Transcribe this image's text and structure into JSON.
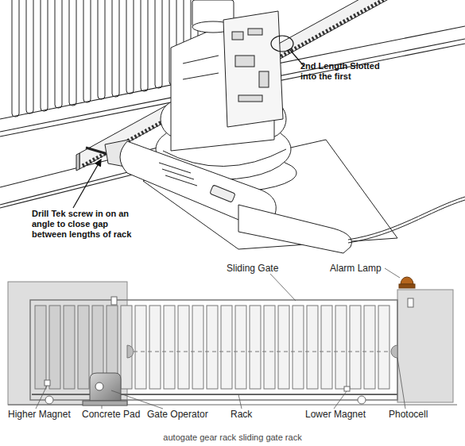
{
  "diagram": {
    "caption": "autogate gear rack sliding gate rack",
    "labels": [
      "2nd Length Slotted into the first",
      "Drill Tek screw in on an angle to close gap between lengths of rack",
      "Sliding Gate",
      "Alarm Lamp",
      "Higher Magnet",
      "Concrete Pad",
      "Gate Operator",
      "Rack",
      "Lower Magnet",
      "Photocell"
    ]
  }
}
